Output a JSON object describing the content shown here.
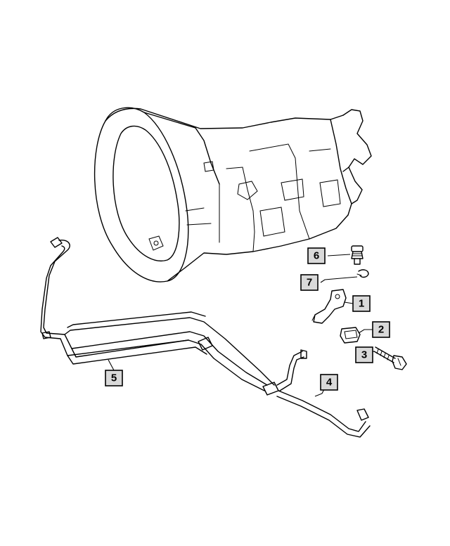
{
  "callouts": {
    "c1": "1",
    "c2": "2",
    "c3": "3",
    "c4": "4",
    "c5": "5",
    "c6": "6",
    "c7": "7"
  },
  "colors": {
    "line": "#000000",
    "box_fill": "#d9d9d9",
    "background": "#ffffff"
  }
}
